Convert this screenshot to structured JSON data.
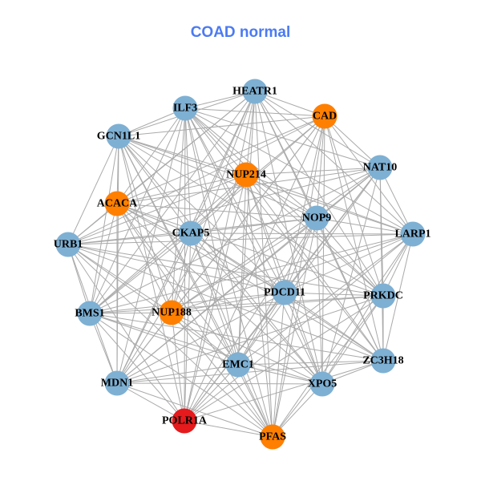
{
  "title": "COAD normal",
  "colors": {
    "title": "#4b7bf3",
    "edge": "#aaaaaa",
    "normal": "#7eb0d3",
    "highlight": "#ff7f00",
    "key": "#e41a1c"
  },
  "nodes": [
    {
      "id": "HEATR1",
      "group": "normal"
    },
    {
      "id": "CAD",
      "group": "highlight"
    },
    {
      "id": "ILF3",
      "group": "normal"
    },
    {
      "id": "GCN1L1",
      "group": "normal"
    },
    {
      "id": "NAT10",
      "group": "normal"
    },
    {
      "id": "NUP214",
      "group": "highlight"
    },
    {
      "id": "ACACA",
      "group": "highlight"
    },
    {
      "id": "NOP9",
      "group": "normal"
    },
    {
      "id": "LARP1",
      "group": "normal"
    },
    {
      "id": "CKAP5",
      "group": "normal"
    },
    {
      "id": "URB1",
      "group": "normal"
    },
    {
      "id": "PDCD11",
      "group": "normal"
    },
    {
      "id": "PRKDC",
      "group": "normal"
    },
    {
      "id": "BMS1",
      "group": "normal"
    },
    {
      "id": "NUP188",
      "group": "highlight"
    },
    {
      "id": "ZC3H18",
      "group": "normal"
    },
    {
      "id": "EMC1",
      "group": "normal"
    },
    {
      "id": "XPO5",
      "group": "normal"
    },
    {
      "id": "MDN1",
      "group": "normal"
    },
    {
      "id": "POLR1A",
      "group": "key"
    },
    {
      "id": "PFAS",
      "group": "highlight"
    }
  ]
}
